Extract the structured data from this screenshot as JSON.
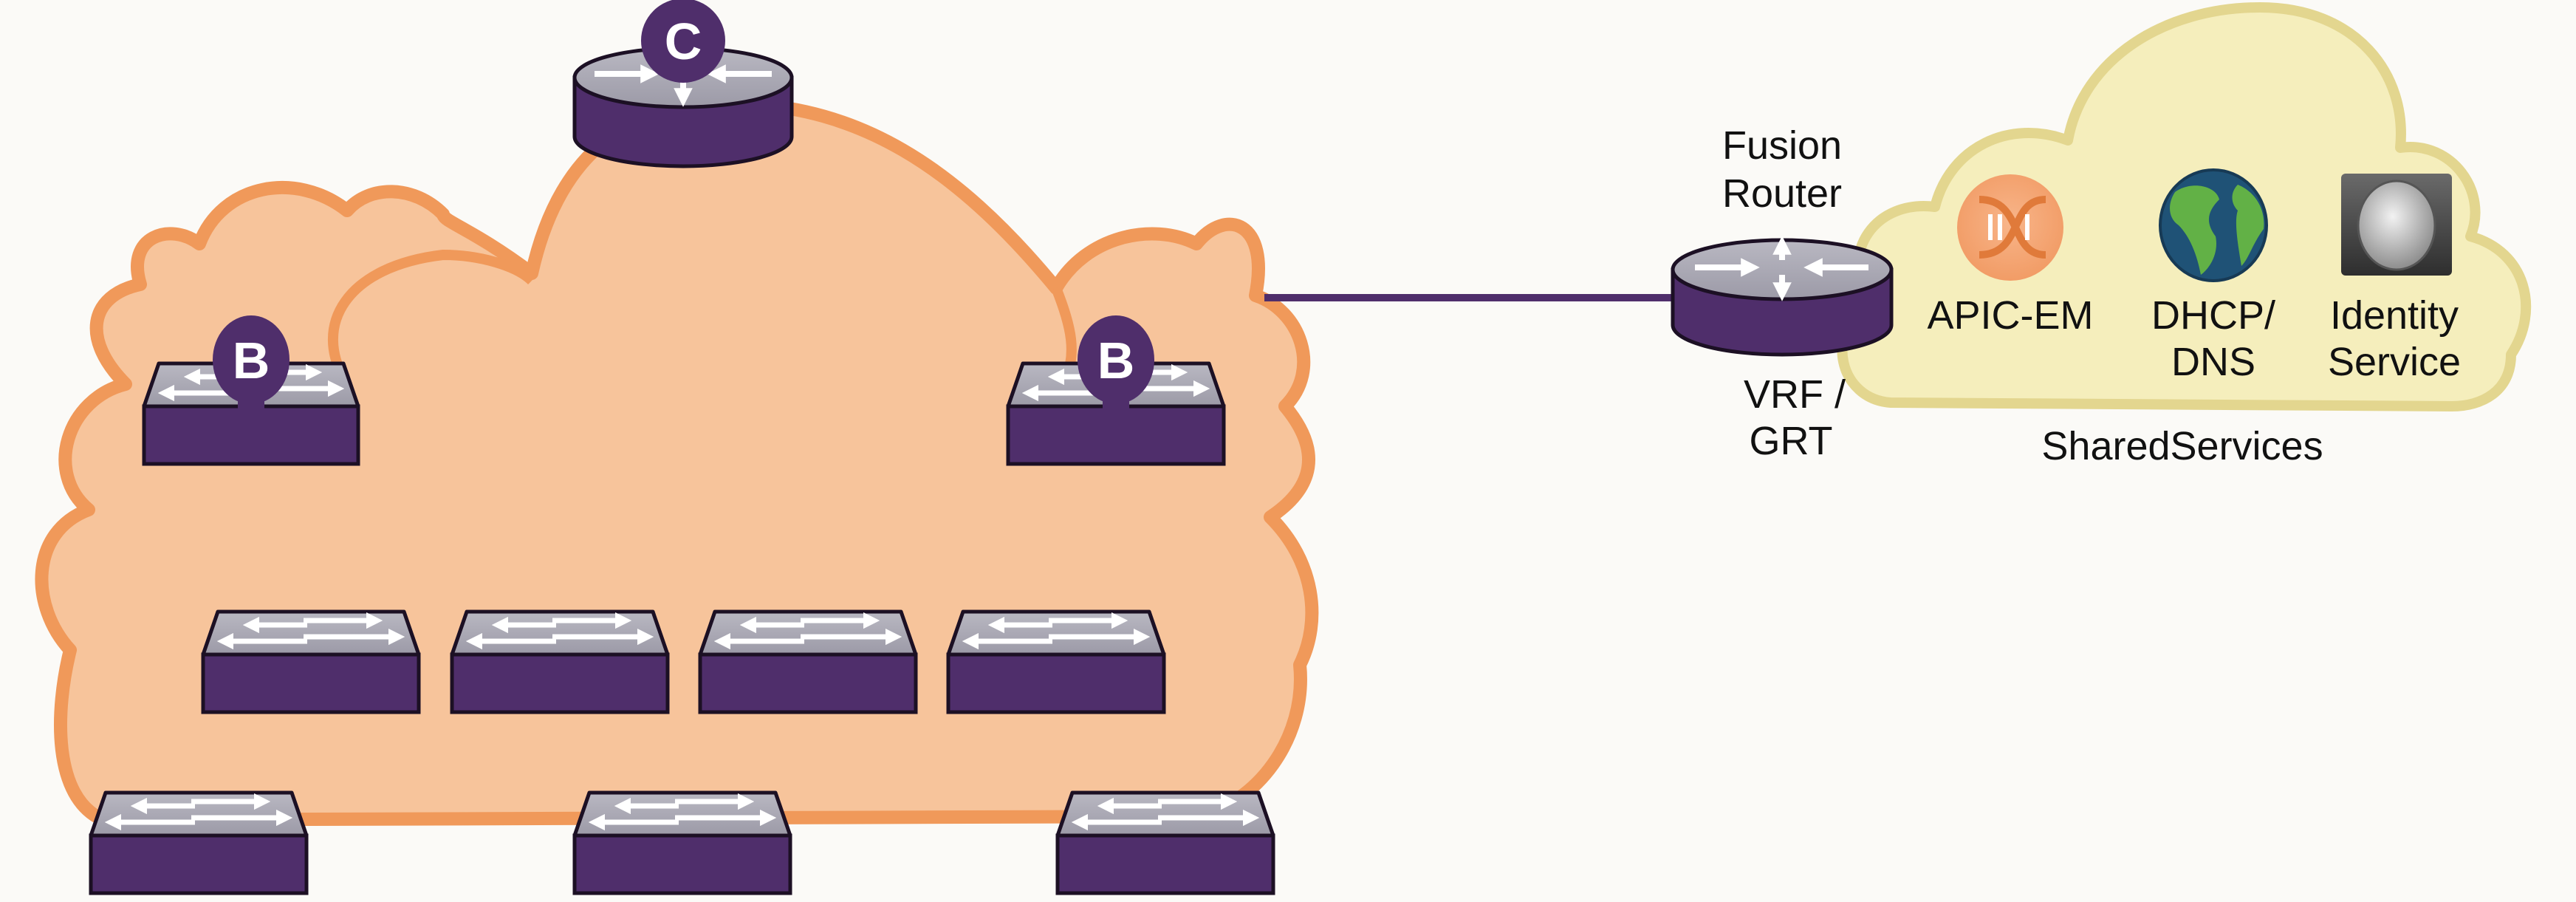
{
  "diagram": {
    "colors": {
      "fabric_cloud_fill": "#f7c49b",
      "fabric_cloud_stroke": "#f0995a",
      "shared_cloud_fill": "#f5eebc",
      "shared_cloud_stroke": "#e3d68f",
      "device_purple": "#4f2e6b",
      "device_top": "#a9a8b3",
      "link": "#4f2e6b",
      "background": "#fbfaf7"
    },
    "control_plane_node": {
      "badge": "C",
      "icon": "router-icon"
    },
    "border_nodes": [
      {
        "badge": "B",
        "icon": "switch-icon"
      },
      {
        "badge": "B",
        "icon": "switch-icon"
      }
    ],
    "edge_nodes_inner_count": 4,
    "edge_nodes_outer_count": 3,
    "fusion_router": {
      "label_line1": "Fusion",
      "label_line2": "Router",
      "sublabel_line1": "VRF /",
      "sublabel_line2": "GRT",
      "icon": "router-icon"
    },
    "shared_services": {
      "title": "SharedServices",
      "items": [
        {
          "label_line1": "APIC-EM",
          "label_line2": "",
          "icon": "apic-em-icon"
        },
        {
          "label_line1": "DHCP/",
          "label_line2": "DNS",
          "icon": "globe-icon"
        },
        {
          "label_line1": "Identity",
          "label_line2": "Service",
          "icon": "identity-server-icon"
        }
      ]
    }
  }
}
